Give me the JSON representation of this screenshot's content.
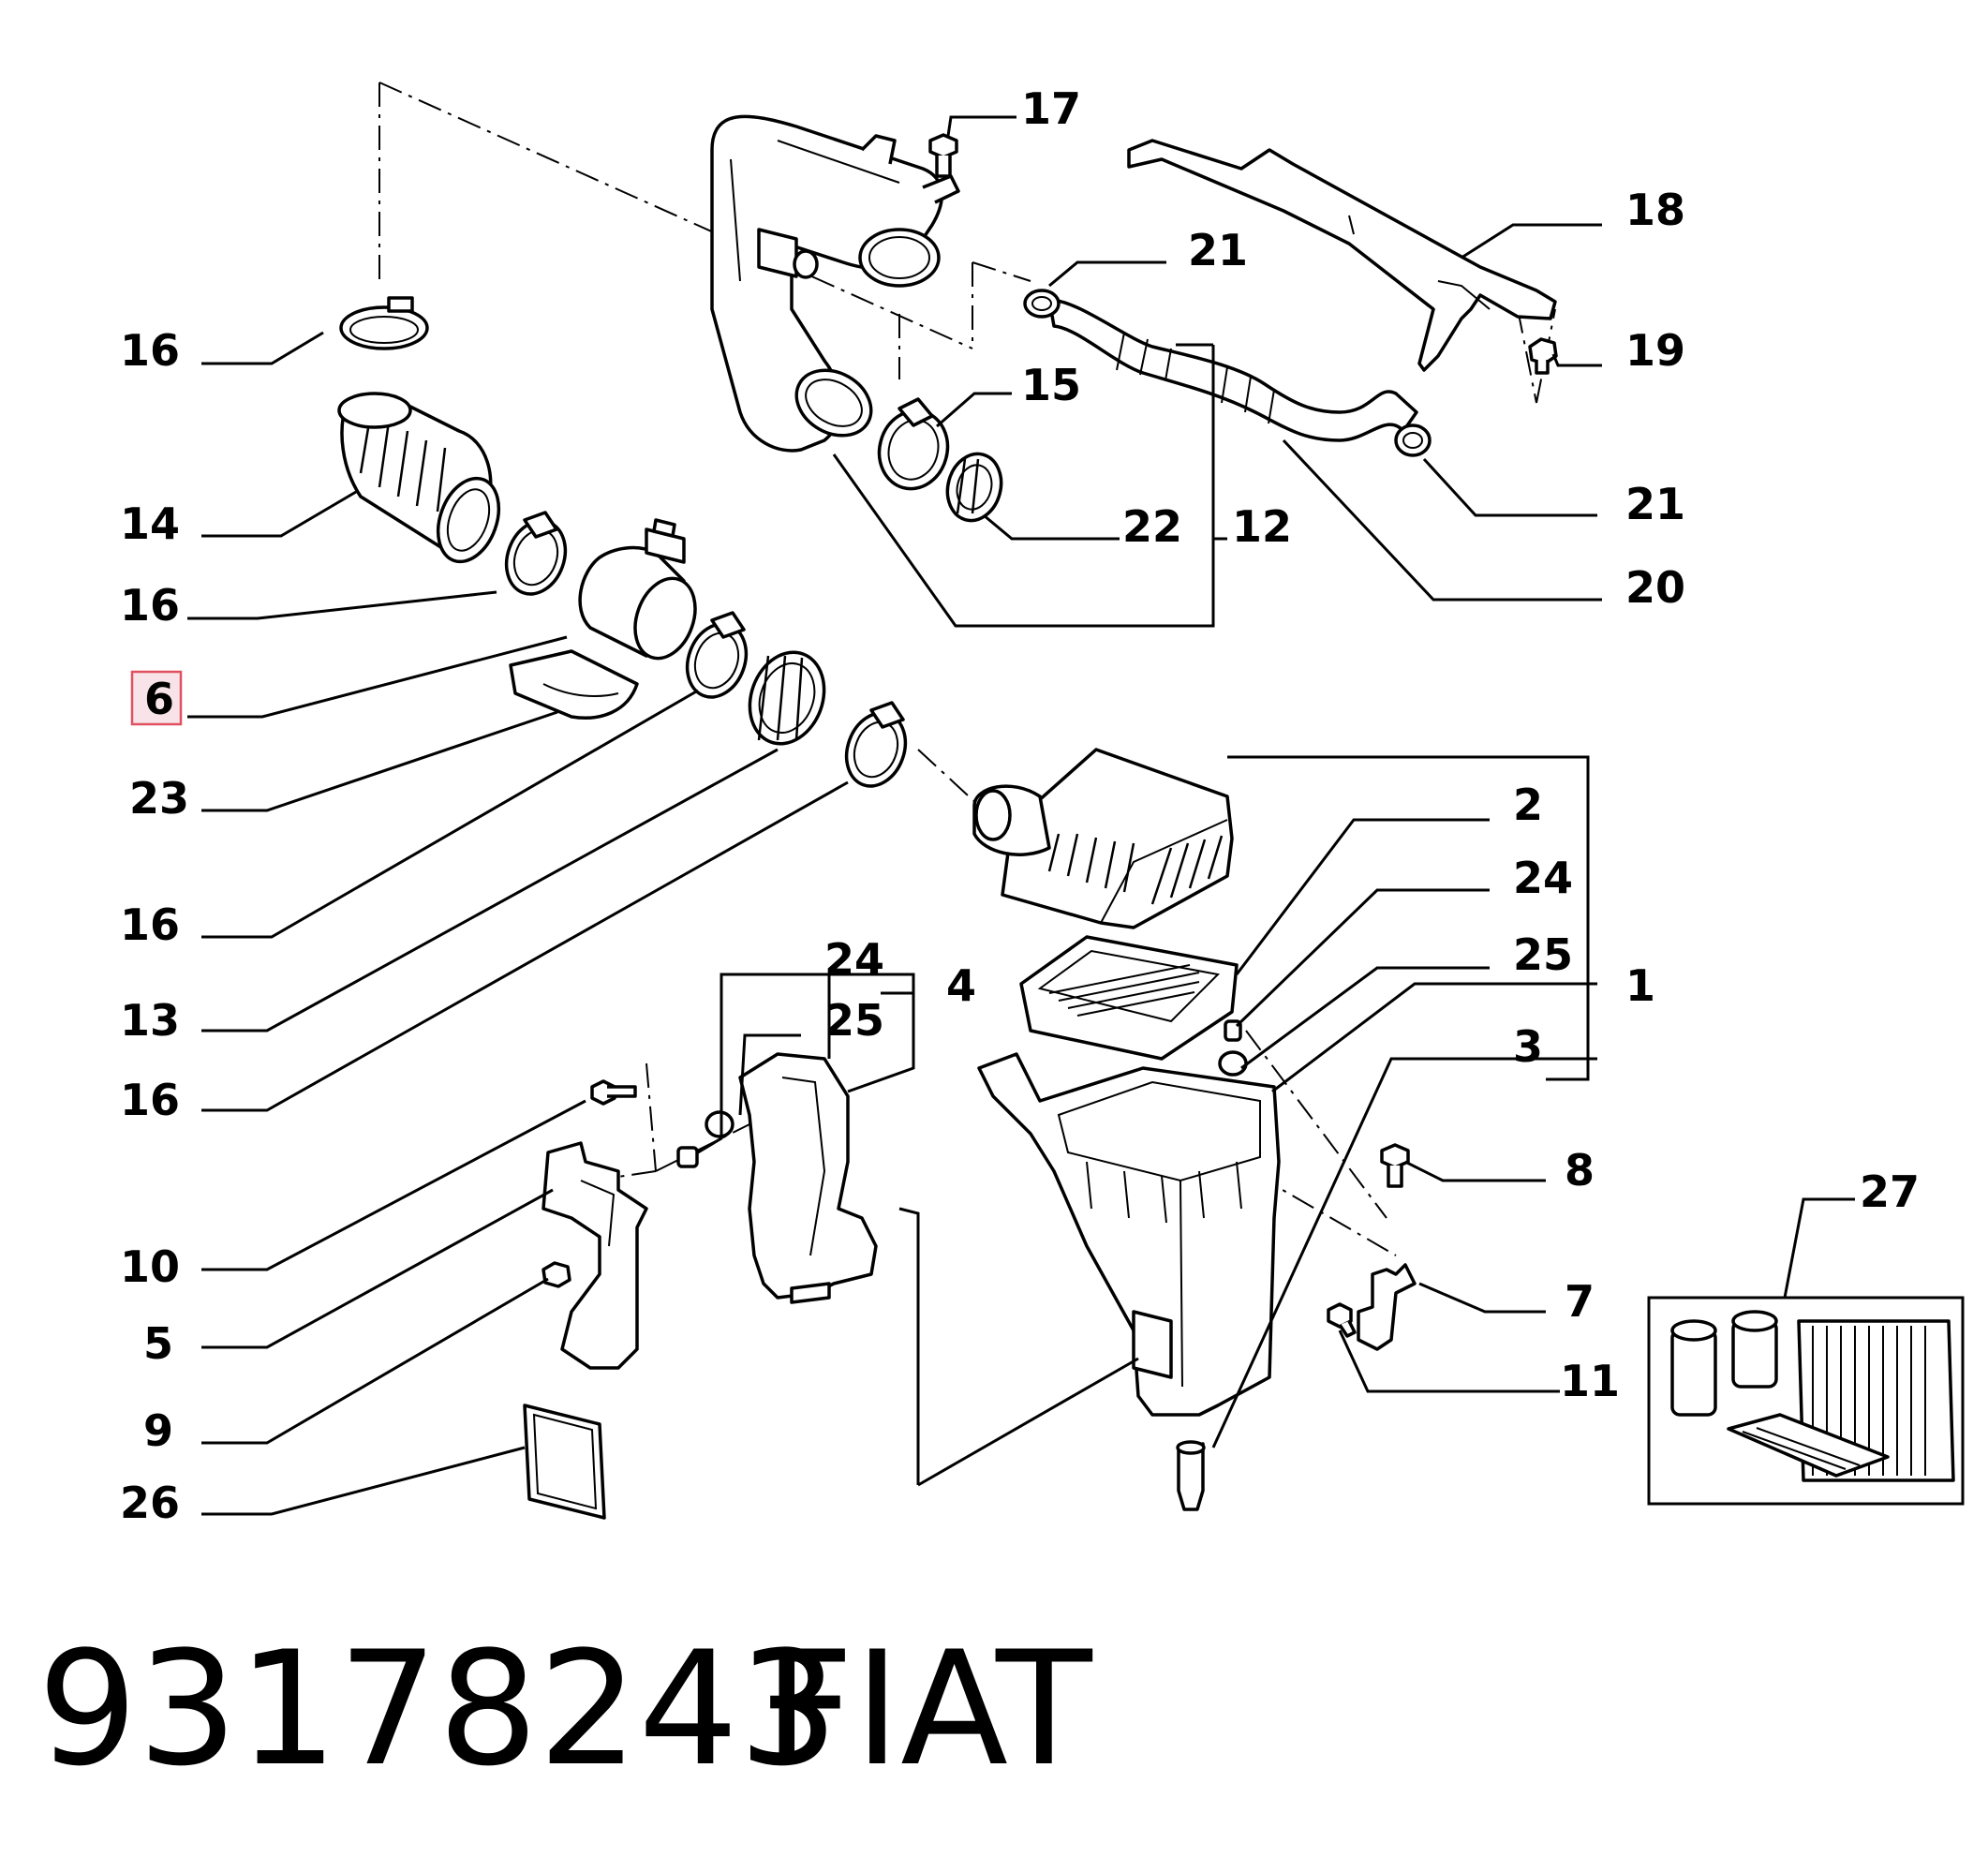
{
  "part_number": "93178243",
  "brand": "FIAT",
  "highlighted_label": "6",
  "callouts": [
    {
      "id": "c17",
      "text": "17"
    },
    {
      "id": "c18",
      "text": "18"
    },
    {
      "id": "c21a",
      "text": "21"
    },
    {
      "id": "c19",
      "text": "19"
    },
    {
      "id": "c16a",
      "text": "16"
    },
    {
      "id": "c15",
      "text": "15"
    },
    {
      "id": "c21b",
      "text": "21"
    },
    {
      "id": "c14",
      "text": "14"
    },
    {
      "id": "c22",
      "text": "22"
    },
    {
      "id": "c12",
      "text": "12"
    },
    {
      "id": "c20",
      "text": "20"
    },
    {
      "id": "c16b",
      "text": "16"
    },
    {
      "id": "c6",
      "text": "6"
    },
    {
      "id": "c23",
      "text": "23"
    },
    {
      "id": "c2",
      "text": "2"
    },
    {
      "id": "c24a",
      "text": "24"
    },
    {
      "id": "c16c",
      "text": "16"
    },
    {
      "id": "c24b",
      "text": "24"
    },
    {
      "id": "c4",
      "text": "4"
    },
    {
      "id": "c25a",
      "text": "25"
    },
    {
      "id": "c1",
      "text": "1"
    },
    {
      "id": "c13",
      "text": "13"
    },
    {
      "id": "c25b",
      "text": "25"
    },
    {
      "id": "c3",
      "text": "3"
    },
    {
      "id": "c16d",
      "text": "16"
    },
    {
      "id": "c8",
      "text": "8"
    },
    {
      "id": "c27",
      "text": "27"
    },
    {
      "id": "c10",
      "text": "10"
    },
    {
      "id": "c7",
      "text": "7"
    },
    {
      "id": "c5",
      "text": "5"
    },
    {
      "id": "c11",
      "text": "11"
    },
    {
      "id": "c9",
      "text": "9"
    },
    {
      "id": "c26",
      "text": "26"
    }
  ],
  "colors": {
    "highlight_border": "#e05060",
    "highlight_fill": "#f8e4e8",
    "ink": "#000000"
  }
}
